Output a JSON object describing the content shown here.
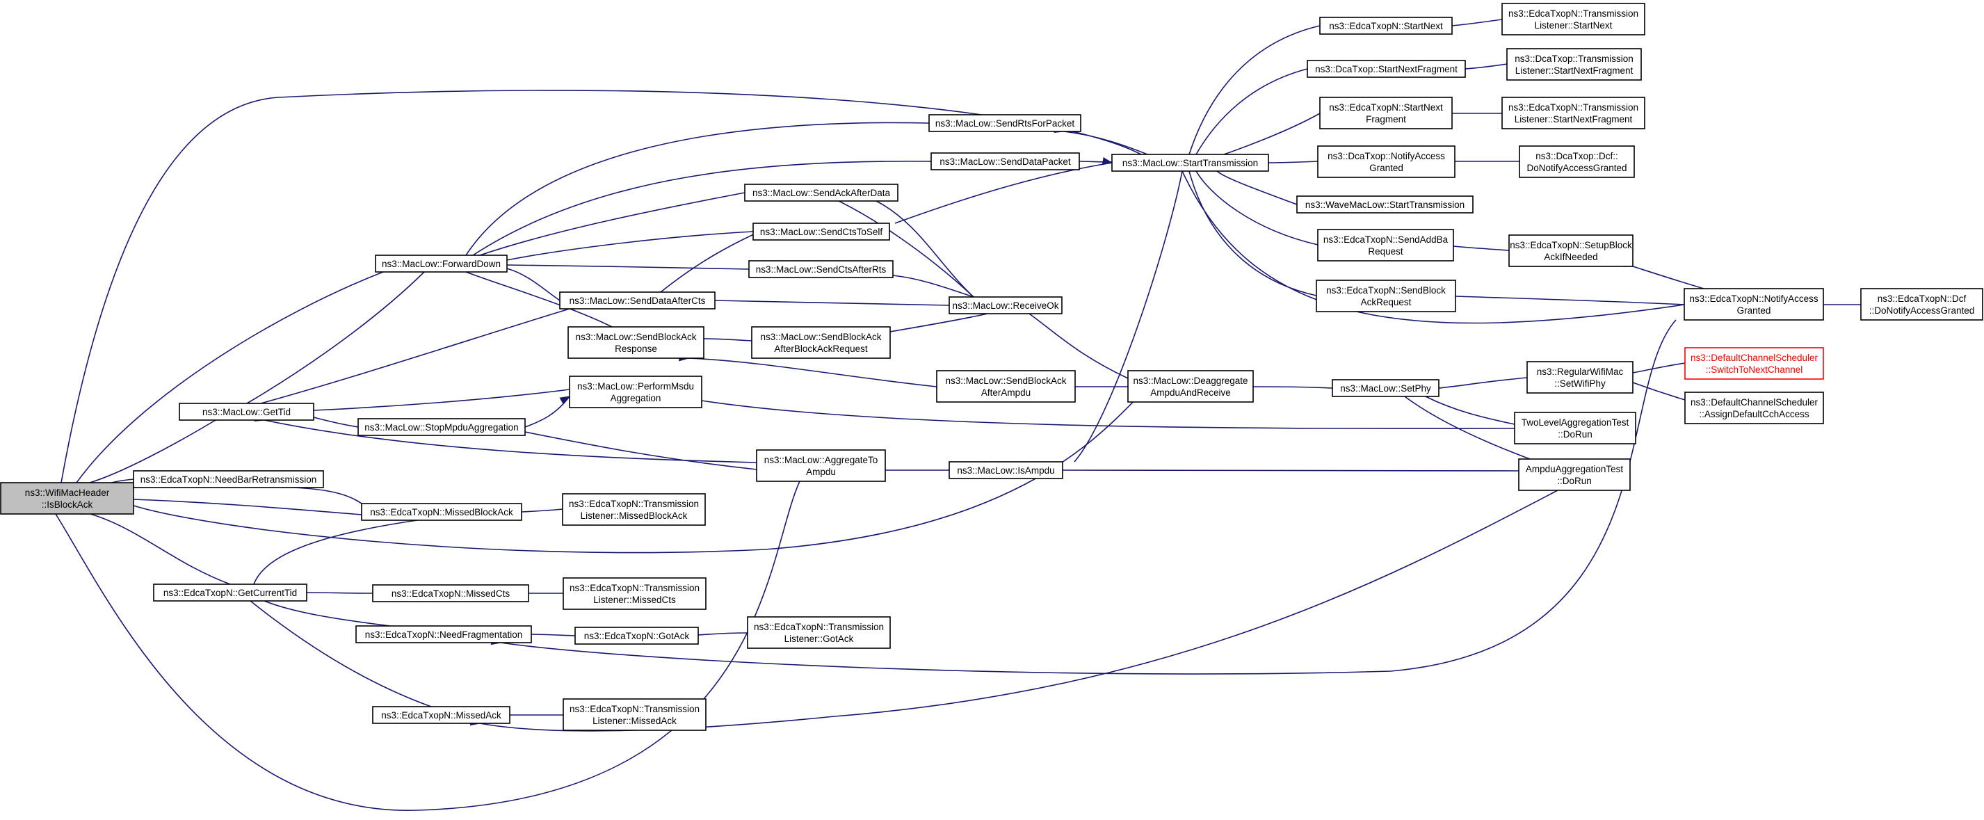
{
  "colors": {
    "edge": "#191970",
    "root_fill": "#bfbfbf",
    "box_stroke": "#000000",
    "missing_box": "#ff0000"
  },
  "nodes": [
    {
      "id": "root",
      "lines": [
        "ns3::WifiMacHeader",
        "::IsBlockAck"
      ],
      "style": "root"
    },
    {
      "id": "gettid",
      "lines": [
        "ns3::MacLow::GetTid"
      ]
    },
    {
      "id": "needbar",
      "lines": [
        "ns3::EdcaTxopN::NeedBarRetransmission"
      ]
    },
    {
      "id": "getcurtid",
      "lines": [
        "ns3::EdcaTxopN::GetCurrentTid"
      ]
    },
    {
      "id": "fwddown",
      "lines": [
        "ns3::MacLow::ForwardDown"
      ]
    },
    {
      "id": "stopmpdu",
      "lines": [
        "ns3::MacLow::StopMpduAggregation"
      ]
    },
    {
      "id": "missedba",
      "lines": [
        "ns3::EdcaTxopN::MissedBlockAck"
      ]
    },
    {
      "id": "missedcts",
      "lines": [
        "ns3::EdcaTxopN::MissedCts"
      ]
    },
    {
      "id": "needfrag",
      "lines": [
        "ns3::EdcaTxopN::NeedFragmentation"
      ]
    },
    {
      "id": "missedack",
      "lines": [
        "ns3::EdcaTxopN::MissedAck"
      ]
    },
    {
      "id": "senddataaftercts",
      "lines": [
        "ns3::MacLow::SendDataAfterCts"
      ]
    },
    {
      "id": "sendbaresp",
      "lines": [
        "ns3::MacLow::SendBlockAck",
        "Response"
      ]
    },
    {
      "id": "performmsdu",
      "lines": [
        "ns3::MacLow::PerformMsdu",
        "Aggregation"
      ]
    },
    {
      "id": "tl_missedba",
      "lines": [
        "ns3::EdcaTxopN::Transmission",
        "Listener::MissedBlockAck"
      ]
    },
    {
      "id": "tl_missedcts",
      "lines": [
        "ns3::EdcaTxopN::Transmission",
        "Listener::MissedCts"
      ]
    },
    {
      "id": "gotack",
      "lines": [
        "ns3::EdcaTxopN::GotAck"
      ]
    },
    {
      "id": "tl_missedack",
      "lines": [
        "ns3::EdcaTxopN::Transmission",
        "Listener::MissedAck"
      ]
    },
    {
      "id": "sendackafterdata",
      "lines": [
        "ns3::MacLow::SendAckAfterData"
      ]
    },
    {
      "id": "sendctstoself",
      "lines": [
        "ns3::MacLow::SendCtsToSelf"
      ]
    },
    {
      "id": "sendctsafterrts",
      "lines": [
        "ns3::MacLow::SendCtsAfterRts"
      ]
    },
    {
      "id": "sendbaafterbar",
      "lines": [
        "ns3::MacLow::SendBlockAck",
        "AfterBlockAckRequest"
      ]
    },
    {
      "id": "aggregateto",
      "lines": [
        "ns3::MacLow::AggregateTo",
        "Ampdu"
      ]
    },
    {
      "id": "tl_gotack",
      "lines": [
        "ns3::EdcaTxopN::Transmission",
        "Listener::GotAck"
      ]
    },
    {
      "id": "sendrtsforpacket",
      "lines": [
        "ns3::MacLow::SendRtsForPacket"
      ]
    },
    {
      "id": "senddatapacket",
      "lines": [
        "ns3::MacLow::SendDataPacket"
      ]
    },
    {
      "id": "sendbaafterampdu",
      "lines": [
        "ns3::MacLow::SendBlockAck",
        "AfterAmpdu"
      ]
    },
    {
      "id": "isampdu",
      "lines": [
        "ns3::MacLow::IsAmpdu"
      ]
    },
    {
      "id": "receiveok",
      "lines": [
        "ns3::MacLow::ReceiveOk"
      ]
    },
    {
      "id": "deaggregate",
      "lines": [
        "ns3::MacLow::Deaggregate",
        "AmpduAndReceive"
      ]
    },
    {
      "id": "starttx",
      "lines": [
        "ns3::MacLow::StartTransmission"
      ]
    },
    {
      "id": "setphy",
      "lines": [
        "ns3::MacLow::SetPhy"
      ]
    },
    {
      "id": "startnext",
      "lines": [
        "ns3::EdcaTxopN::StartNext"
      ]
    },
    {
      "id": "dca_startnextfrag",
      "lines": [
        "ns3::DcaTxop::StartNextFragment"
      ]
    },
    {
      "id": "edca_startnextfrag",
      "lines": [
        "ns3::EdcaTxopN::StartNext",
        "Fragment"
      ]
    },
    {
      "id": "dca_notifyaccess",
      "lines": [
        "ns3::DcaTxop::NotifyAccess",
        "Granted"
      ]
    },
    {
      "id": "wave_starttx",
      "lines": [
        "ns3::WaveMacLow::StartTransmission"
      ]
    },
    {
      "id": "sendaddba",
      "lines": [
        "ns3::EdcaTxopN::SendAddBa",
        "Request"
      ]
    },
    {
      "id": "sendbar",
      "lines": [
        "ns3::EdcaTxopN::SendBlock",
        "AckRequest"
      ]
    },
    {
      "id": "tl_startnext",
      "lines": [
        "ns3::EdcaTxopN::Transmission",
        "Listener::StartNext"
      ]
    },
    {
      "id": "dca_tl_startnextfrag",
      "lines": [
        "ns3::DcaTxop::Transmission",
        "Listener::StartNextFragment"
      ]
    },
    {
      "id": "edca_tl_startnextfrag",
      "lines": [
        "ns3::EdcaTxopN::Transmission",
        "Listener::StartNextFragment"
      ]
    },
    {
      "id": "dcf_donotify",
      "lines": [
        "ns3::DcaTxop::Dcf::",
        "DoNotifyAccessGranted"
      ]
    },
    {
      "id": "setupblockack",
      "lines": [
        "ns3::EdcaTxopN::SetupBlock",
        "AckIfNeeded"
      ]
    },
    {
      "id": "regular_setwifiphy",
      "lines": [
        "ns3::RegularWifiMac",
        "::SetWifiPhy"
      ]
    },
    {
      "id": "twolevel_dorun",
      "lines": [
        "TwoLevelAggregationTest",
        "::DoRun"
      ]
    },
    {
      "id": "ampduagg_dorun",
      "lines": [
        "AmpduAggregationTest",
        "::DoRun"
      ]
    },
    {
      "id": "edca_notifyaccess",
      "lines": [
        "ns3::EdcaTxopN::NotifyAccess",
        "Granted"
      ]
    },
    {
      "id": "switchtonext",
      "lines": [
        "ns3::DefaultChannelScheduler",
        "::SwitchToNextChannel"
      ],
      "style": "red"
    },
    {
      "id": "assigndefault",
      "lines": [
        "ns3::DefaultChannelScheduler",
        "::AssignDefaultCchAccess"
      ]
    },
    {
      "id": "edca_dcf_donotify",
      "lines": [
        "ns3::EdcaTxopN::Dcf",
        "::DoNotifyAccessGranted"
      ]
    }
  ]
}
